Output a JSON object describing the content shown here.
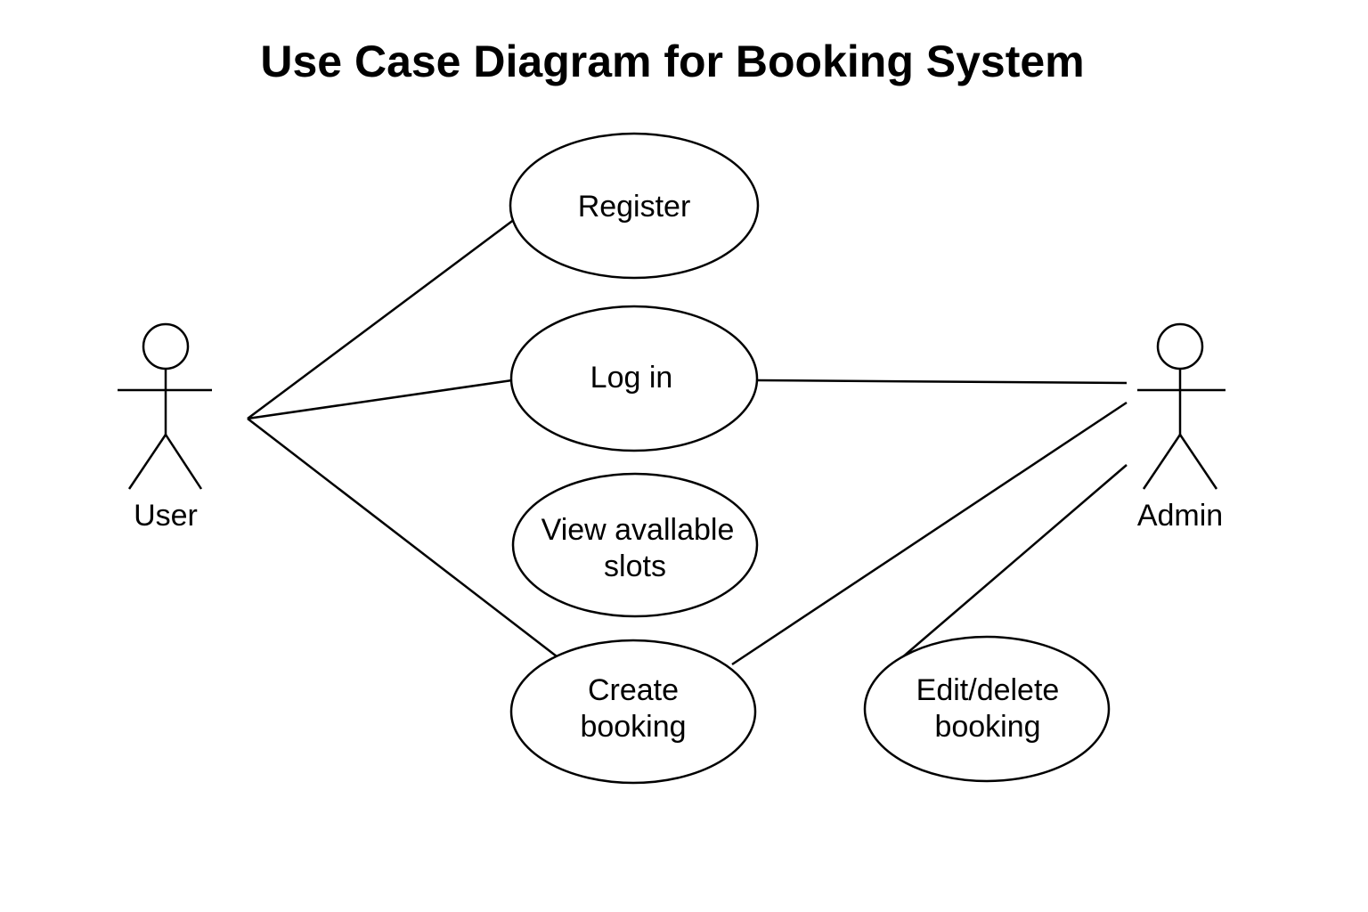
{
  "title": "Use Case Diagram for Booking System",
  "actors": {
    "user": {
      "label": "User"
    },
    "admin": {
      "label": "Admin"
    }
  },
  "use_cases": {
    "register": {
      "lines": [
        "Register"
      ]
    },
    "login": {
      "lines": [
        "Log in"
      ]
    },
    "view_slots": {
      "lines": [
        "View avallable",
        "slots"
      ]
    },
    "create_booking": {
      "lines": [
        "Create",
        "booking"
      ]
    },
    "edit_delete_booking": {
      "lines": [
        "Edit/delete",
        "booking"
      ]
    }
  },
  "associations": [
    {
      "from": "User",
      "to": "Register"
    },
    {
      "from": "User",
      "to": "Log in"
    },
    {
      "from": "User",
      "to": "Create booking"
    },
    {
      "from": "Admin",
      "to": "Log in"
    },
    {
      "from": "Admin",
      "to": "Create booking"
    },
    {
      "from": "Admin",
      "to": "Edit/delete booking"
    }
  ],
  "colors": {
    "line": "#000000",
    "background": "#ffffff"
  }
}
